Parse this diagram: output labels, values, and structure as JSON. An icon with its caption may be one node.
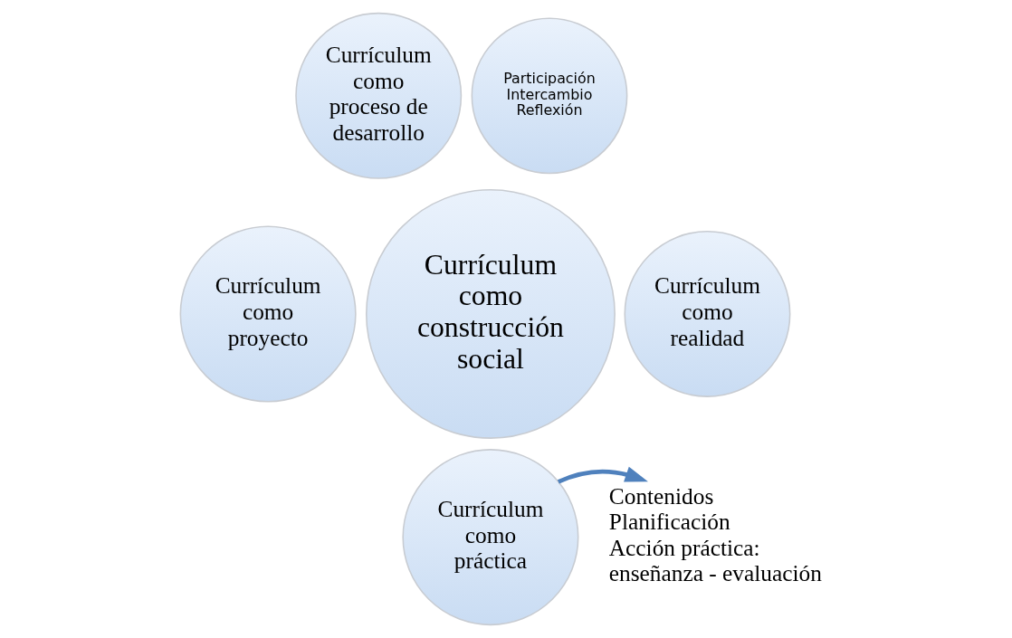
{
  "diagram": {
    "nodes": [
      {
        "text": [
          "Currículum como proceso de desarrollo"
        ]
      },
      {
        "text": [
          "Participación",
          "Intercambio",
          "Reflexión"
        ]
      },
      {
        "text": [
          "Currículum como proyecto"
        ]
      },
      {
        "text": [
          "Currículum como construcción social"
        ]
      },
      {
        "text": [
          "Currículum como realidad"
        ]
      },
      {
        "text": [
          "Currículum como práctica"
        ]
      },
      {
        "text": [
          "Contenidos",
          "Planificación",
          "Acción práctica: enseñanza - evaluación"
        ]
      }
    ],
    "edges": [
      {
        "from": 5,
        "to": 6,
        "arrow": "to"
      }
    ]
  }
}
